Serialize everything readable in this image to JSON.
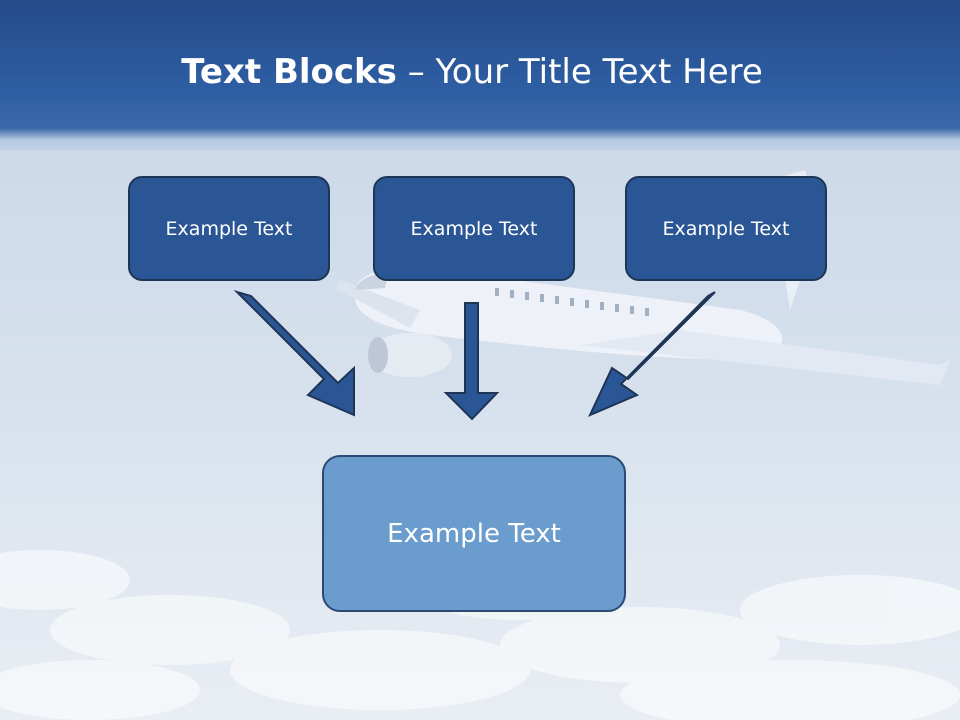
{
  "slide": {
    "title_bold": "Text Blocks",
    "title_separator": " – ",
    "title_rest": "Your Title Text Here",
    "blocks": [
      {
        "label": "Example Text"
      },
      {
        "label": "Example Text"
      },
      {
        "label": "Example Text"
      }
    ],
    "target_block": {
      "label": "Example Text"
    }
  },
  "colors": {
    "header": "#2e5ea3",
    "small_block_fill": "#2b5695",
    "big_block_fill": "#6a9ccd",
    "arrow_fill": "#2b5695",
    "outline": "#1e3556"
  },
  "icons": [
    "arrow-down-right-icon",
    "arrow-down-icon",
    "arrow-down-left-icon"
  ]
}
